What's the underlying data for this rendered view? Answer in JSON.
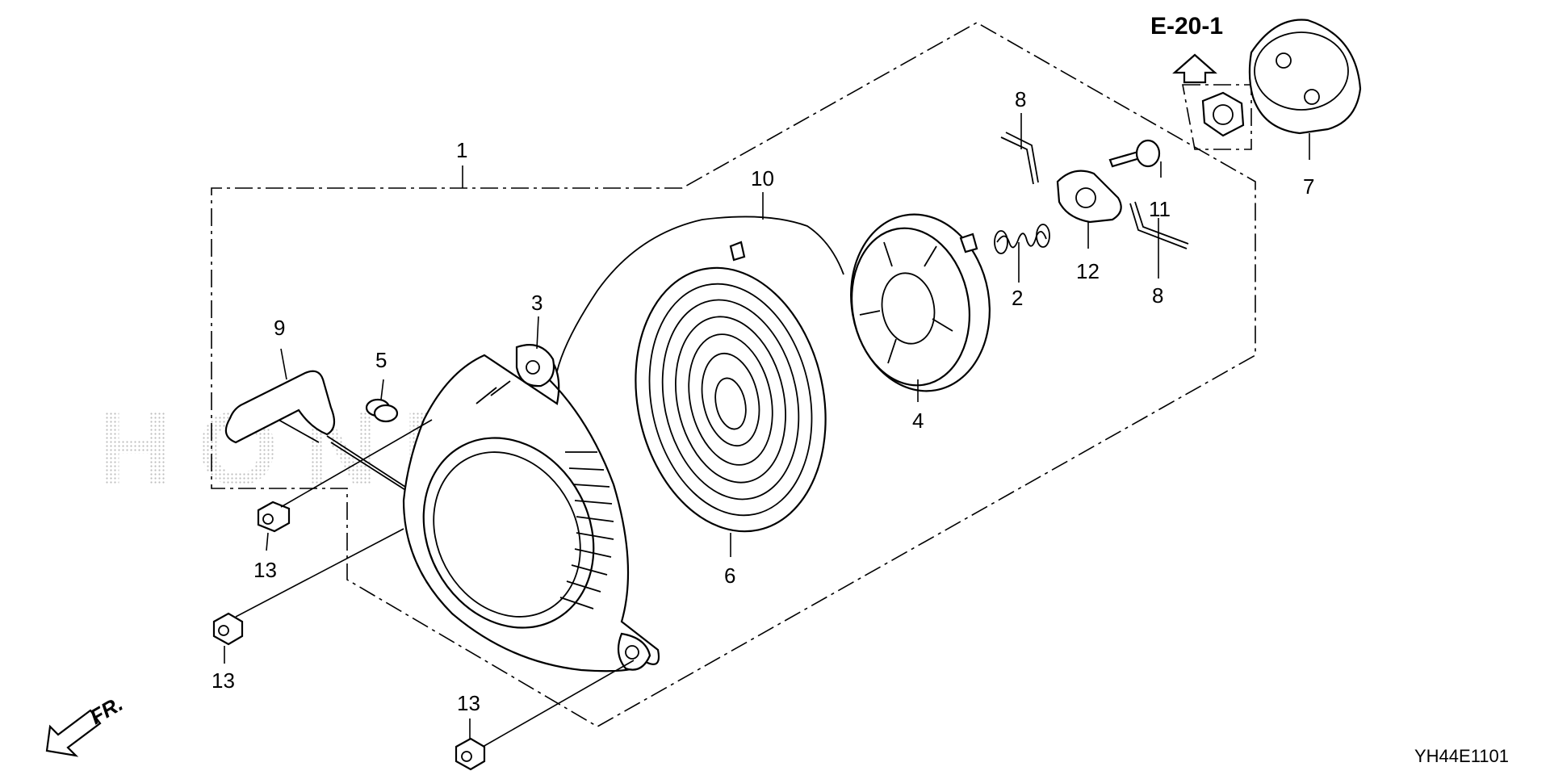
{
  "diagram": {
    "reference": "E-20-1",
    "direction_label": "FR.",
    "drawing_code": "YH44E1101",
    "watermark": "HONDA",
    "callouts": [
      {
        "id": "c1",
        "text": "1"
      },
      {
        "id": "c2",
        "text": "2"
      },
      {
        "id": "c3",
        "text": "3"
      },
      {
        "id": "c4",
        "text": "4"
      },
      {
        "id": "c5",
        "text": "5"
      },
      {
        "id": "c6",
        "text": "6"
      },
      {
        "id": "c7",
        "text": "7"
      },
      {
        "id": "c8a",
        "text": "8"
      },
      {
        "id": "c8b",
        "text": "8"
      },
      {
        "id": "c9",
        "text": "9"
      },
      {
        "id": "c10",
        "text": "10"
      },
      {
        "id": "c11",
        "text": "11"
      },
      {
        "id": "c12",
        "text": "12"
      },
      {
        "id": "c13a",
        "text": "13"
      },
      {
        "id": "c13b",
        "text": "13"
      },
      {
        "id": "c13c",
        "text": "13"
      }
    ]
  }
}
